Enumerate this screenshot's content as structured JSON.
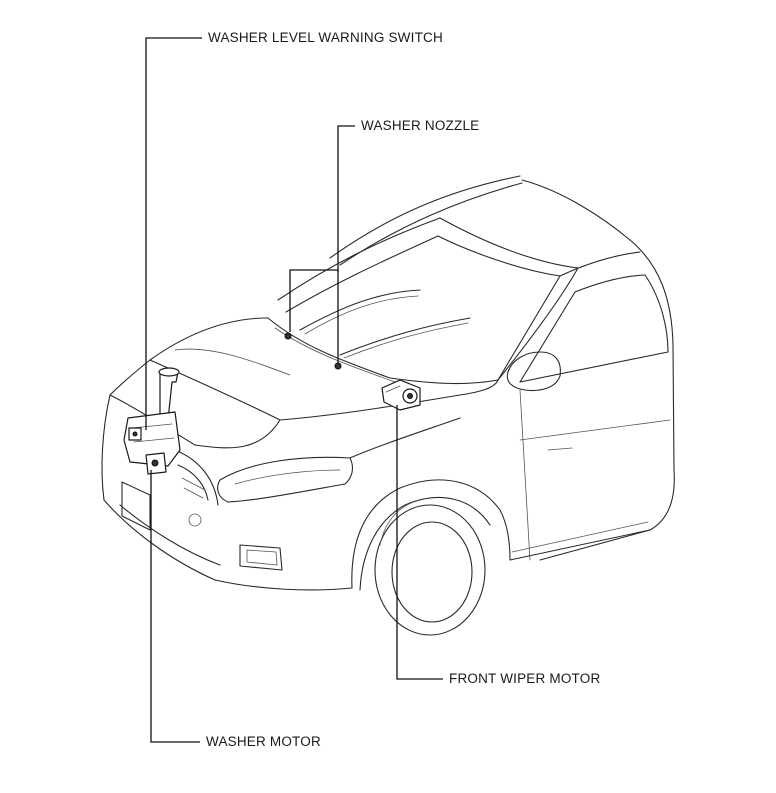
{
  "callouts": {
    "washer_level_warning_switch": "WASHER LEVEL WARNING SWITCH",
    "washer_nozzle": "WASHER NOZZLE",
    "front_wiper_motor": "FRONT WIPER MOTOR",
    "washer_motor": "WASHER MOTOR"
  },
  "colors": {
    "line": "#2a2a2a",
    "label": "#1a1a1a",
    "background": "#ffffff"
  }
}
